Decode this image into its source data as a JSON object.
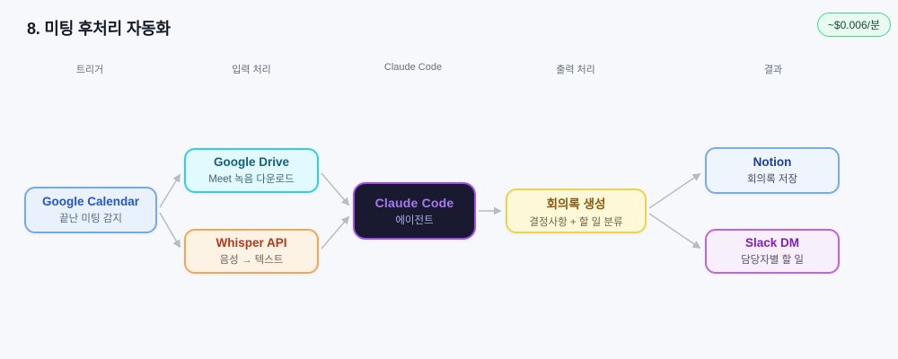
{
  "page": {
    "title": "8. 미팅 후처리 자동화",
    "background_color": "#f7f8fb"
  },
  "badge": {
    "label": "~$0.006/분",
    "border_color": "#4ed190",
    "bg_color": "#e7fbf1",
    "text_color": "#1f4437"
  },
  "columns": [
    {
      "label": "트리거"
    },
    {
      "label": "입력 처리"
    },
    {
      "label": "Claude Code"
    },
    {
      "label": "출력 처리"
    },
    {
      "label": "결과"
    }
  ],
  "nodes": [
    {
      "id": "google-calendar",
      "title": "Google Calendar",
      "subtitle": "끝난 미팅 감지",
      "colors": {
        "bg": "#e9f2fc",
        "border": "#74a9ea",
        "title": "#2457c5",
        "subtitle": "#566b84"
      }
    },
    {
      "id": "google-drive",
      "title": "Google Drive",
      "subtitle": "Meet 녹음 다운로드",
      "colors": {
        "bg": "#e2fafd",
        "border": "#2fd0e4",
        "title": "#14607a",
        "subtitle": "#3e6377"
      }
    },
    {
      "id": "whisper-api",
      "title": "Whisper API",
      "subtitle": "음성 → 텍스트",
      "colors": {
        "bg": "#fdf3e5",
        "border": "#f2a65a",
        "title": "#ab3a20",
        "subtitle": "#75665a"
      }
    },
    {
      "id": "claude-code",
      "title": "Claude Code",
      "subtitle": "에이전트",
      "colors": {
        "bg": "#191a30",
        "border": "#a24df0",
        "title": "#a878f5",
        "subtitle": "#a9aee8"
      }
    },
    {
      "id": "meeting-minutes",
      "title": "회의록 생성",
      "subtitle": "결정사항 + 할 일 분류",
      "colors": {
        "bg": "#fdf8d8",
        "border": "#ecd34b",
        "title": "#8a5a12",
        "subtitle": "#6e6648"
      }
    },
    {
      "id": "notion",
      "title": "Notion",
      "subtitle": "회의록 저장",
      "colors": {
        "bg": "#eef5fd",
        "border": "#77abe9",
        "title": "#1d3f93",
        "subtitle": "#454f63"
      }
    },
    {
      "id": "slack-dm",
      "title": "Slack DM",
      "subtitle": "담당자별 할 일",
      "colors": {
        "bg": "#f8effc",
        "border": "#bc65dd",
        "title": "#7c1fbe",
        "subtitle": "#59506a"
      }
    }
  ],
  "connectors": [
    {
      "from": "google-calendar",
      "to": "google-drive"
    },
    {
      "from": "google-calendar",
      "to": "whisper-api"
    },
    {
      "from": "google-drive",
      "to": "claude-code"
    },
    {
      "from": "whisper-api",
      "to": "claude-code"
    },
    {
      "from": "claude-code",
      "to": "meeting-minutes"
    },
    {
      "from": "meeting-minutes",
      "to": "notion"
    },
    {
      "from": "meeting-minutes",
      "to": "slack-dm"
    },
    {
      "color": "#b6bcc6"
    }
  ]
}
